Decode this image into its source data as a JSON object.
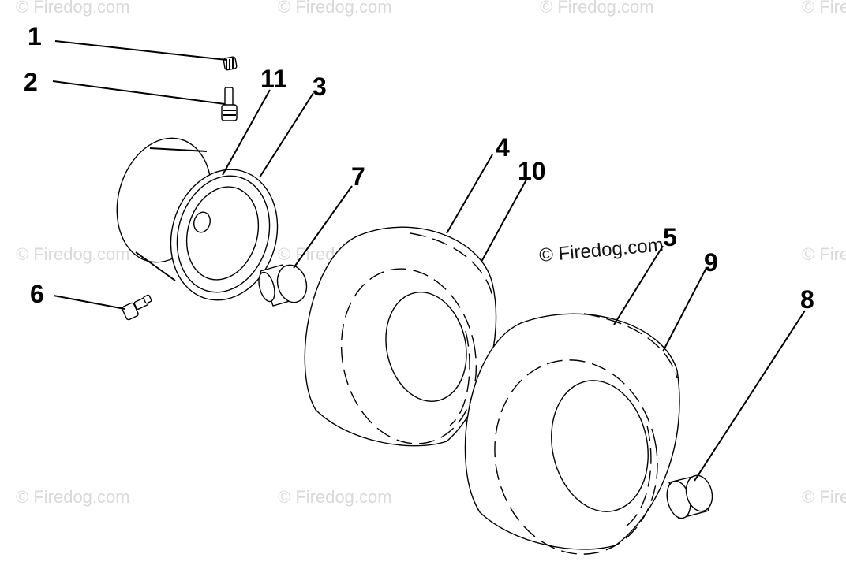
{
  "diagram": {
    "callouts": [
      {
        "id": "1",
        "text": "1"
      },
      {
        "id": "2",
        "text": "2"
      },
      {
        "id": "11",
        "text": "11"
      },
      {
        "id": "3",
        "text": "3"
      },
      {
        "id": "7",
        "text": "7"
      },
      {
        "id": "4",
        "text": "4"
      },
      {
        "id": "10",
        "text": "10"
      },
      {
        "id": "5",
        "text": "5"
      },
      {
        "id": "9",
        "text": "9"
      },
      {
        "id": "8",
        "text": "8"
      },
      {
        "id": "6",
        "text": "6"
      }
    ],
    "watermark_text": "© Firedog.com",
    "colors": {
      "line": "#000000",
      "watermark": "#d9d9d9",
      "background": "#ffffff"
    }
  }
}
